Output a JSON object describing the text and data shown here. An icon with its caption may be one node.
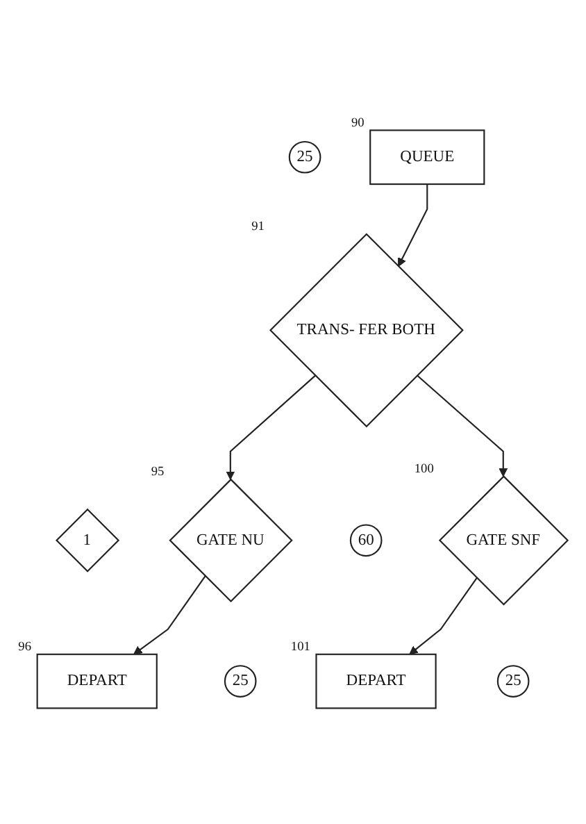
{
  "diagram": {
    "nodes": [
      {
        "text": [
          "QUEUE"
        ],
        "beside": [
          "90"
        ]
      },
      {
        "text": [
          "25"
        ]
      },
      {
        "text": [
          "TRANS- FER BOTH"
        ],
        "beside": [
          "91"
        ]
      },
      {
        "text": [
          "GATE NU"
        ],
        "beside": [
          "95"
        ]
      },
      {
        "text": [
          "1"
        ]
      },
      {
        "text": [
          "GATE SNF"
        ],
        "beside": [
          "100"
        ]
      },
      {
        "text": [
          "60"
        ]
      },
      {
        "text": [
          "DEPART"
        ],
        "beside": [
          "96"
        ]
      },
      {
        "text": [
          "25"
        ]
      },
      {
        "text": [
          "DEPART"
        ],
        "beside": [
          "101"
        ]
      },
      {
        "text": [
          "25"
        ]
      }
    ],
    "edges": [
      {
        "from": 0,
        "to": 2,
        "arrow": "to"
      },
      {
        "from": 2,
        "to": 3,
        "arrow": "to"
      },
      {
        "from": 2,
        "to": 5,
        "arrow": "to"
      },
      {
        "from": 3,
        "to": 7,
        "arrow": "to"
      },
      {
        "from": 5,
        "to": 9,
        "arrow": "to"
      }
    ]
  }
}
